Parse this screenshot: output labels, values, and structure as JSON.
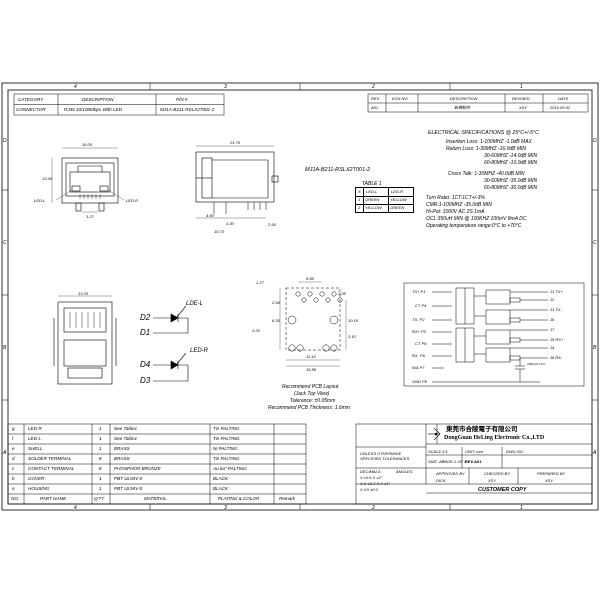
{
  "header": {
    "category_label": "CATEGORY",
    "description_label": "DESCRIPTION",
    "pn_label": "P/N #",
    "category_value": "CONNECTOR",
    "description_value": "RJ45 10/100Mbps With LED",
    "pn_value": "MJ1A-B211-RSLX2T001-2"
  },
  "revision": {
    "headers": [
      "REV.",
      "ECN NO",
      "DESCRIPTION",
      "REVISED",
      "DATE"
    ],
    "row": [
      "A01",
      "",
      "新規制作",
      "XSY",
      "2015.05.02"
    ]
  },
  "frame": {
    "col_numbers": [
      "4",
      "3",
      "2",
      "1"
    ],
    "row_letters": [
      "D",
      "C",
      "B",
      "A"
    ]
  },
  "spec": {
    "title": "ELECTRICAL SPECIFICATIONS @ 25°C+/-5°C",
    "lines": [
      "Insertion Loss: 1-100MHZ    -1.0dB MAX",
      "Return Loss:  1-30MHZ      -16.0dB MIN",
      "30-60MHZ    -14.0dB MIN",
      "60-80MHZ    -10.0dB MIN",
      "Cross Talk:  1-30MHZ      -40.0dB MIN",
      "30-60MHZ    -35.0dB MIN",
      "60-80MHZ    -30.0dB MIN",
      "Turn Ratio: 1CT:1CT+/-3%",
      "CMR:1-100MHZ    -35.0dB MIN",
      "Hi-Pot:  1000V AC 2S 1mA",
      "OCL:350uH MIN @ 100KHZ 100mV 8mA DC",
      "Operating temperature range:0°C to +70°C"
    ]
  },
  "part_label": "MJ1A-B211-RSLX2T001-2",
  "led_table": {
    "title": "TABLE 1",
    "rows": [
      [
        "X",
        "LED-L",
        "LED-R"
      ],
      [
        "1",
        "GREEN",
        "YELLOW"
      ],
      [
        "2",
        "YELLOW",
        "GREEN"
      ]
    ]
  },
  "views": {
    "front_dims": [
      "16.00",
      "13.45",
      "1.27"
    ],
    "front_labels": [
      "LED-L",
      "LED-R"
    ],
    "side_dims": [
      "21.70",
      "4.50",
      "3.30",
      "10.73",
      "2.54"
    ],
    "bottom_dims": [
      "13.20"
    ],
    "led_labels": [
      "D2",
      "D1",
      "LDE-L",
      "D4",
      "D3",
      "LED-R"
    ],
    "pcb_dims": [
      "1.27",
      "8.89",
      "2.54",
      "6.35",
      "10.16",
      "11.43",
      "15.88",
      "3.05",
      "3.25",
      "3.10"
    ],
    "pcb_caption": [
      "Recommend PCB Layout",
      "(Jack Top View)",
      "Tolerance: ±0.05mm",
      "Recommend PCB Thickness: 1.6mm"
    ]
  },
  "schematic": {
    "left_pins": [
      "TX+ P1",
      "CT P4",
      "TX- P2",
      "RX+ P3",
      "CT P5",
      "RX- P6",
      "N/A P7",
      "GND P8"
    ],
    "right_pins": [
      "J1 TX+",
      "J2",
      "J3 TX-",
      "J6",
      "J7",
      "J5 RX+",
      "J4",
      "J8 RX-"
    ],
    "part_note": "1000 pF 2 KV"
  },
  "bom": {
    "headers": [
      "NO.",
      "PART NAME",
      "Q'TY",
      "MATERIAL",
      "PLATING & COLOR",
      "Remark"
    ],
    "rows": [
      [
        "g",
        "LED-R",
        "1",
        "See Table1",
        "Tin PALTING",
        ""
      ],
      [
        "f",
        "LED-L",
        "1",
        "See Table1",
        "Tin PALTING",
        ""
      ],
      [
        "e",
        "SHELL",
        "1",
        "BRASS",
        "Ni PALTING",
        ""
      ],
      [
        "d",
        "SOLDER TERMINAL",
        "8",
        "BRASS",
        "Tin PALTING",
        ""
      ],
      [
        "c",
        "CONTACT TERMINAL",
        "8",
        "PHOSPHOR BRONZE",
        "Au 6u\" PALTING",
        ""
      ],
      [
        "b",
        "COVER",
        "1",
        "PBT UL94V-0",
        "BLACK",
        ""
      ],
      [
        "a",
        "HOUSING",
        "1",
        "PBT UL94V-0",
        "BLACK",
        ""
      ]
    ]
  },
  "title_block": {
    "company_cn": "東莞市合陵電子有限公司",
    "company_en": "DongGuan HeLing Electronic Co.,LTD",
    "unless": "UNLESS OTHERWISE SPECIFIED TOLERANCES",
    "scale": "SCALE:1/1",
    "unit": "UNIT: mm",
    "dwg_no": "DWG.NO.",
    "size": "SIZE: A3",
    "page": "PAGE:1 OF 1",
    "rev": "REV.A01",
    "decimals": "DECIMALS:",
    "angles": "ANGLES:",
    "tol_lines": [
      "X     ±0.5   X    ±2°",
      "X.X   ±0.3   X.X ±1°",
      "X.XX  ±0.2"
    ],
    "approved_by": "APPROVED BY",
    "checked_by": "CHECKED BY",
    "prepared_by": "PREPARED BY",
    "dick": "DICK",
    "xsy": "XSY",
    "xsy2": "XSY",
    "customer_copy": "CUSTOMER COPY"
  }
}
